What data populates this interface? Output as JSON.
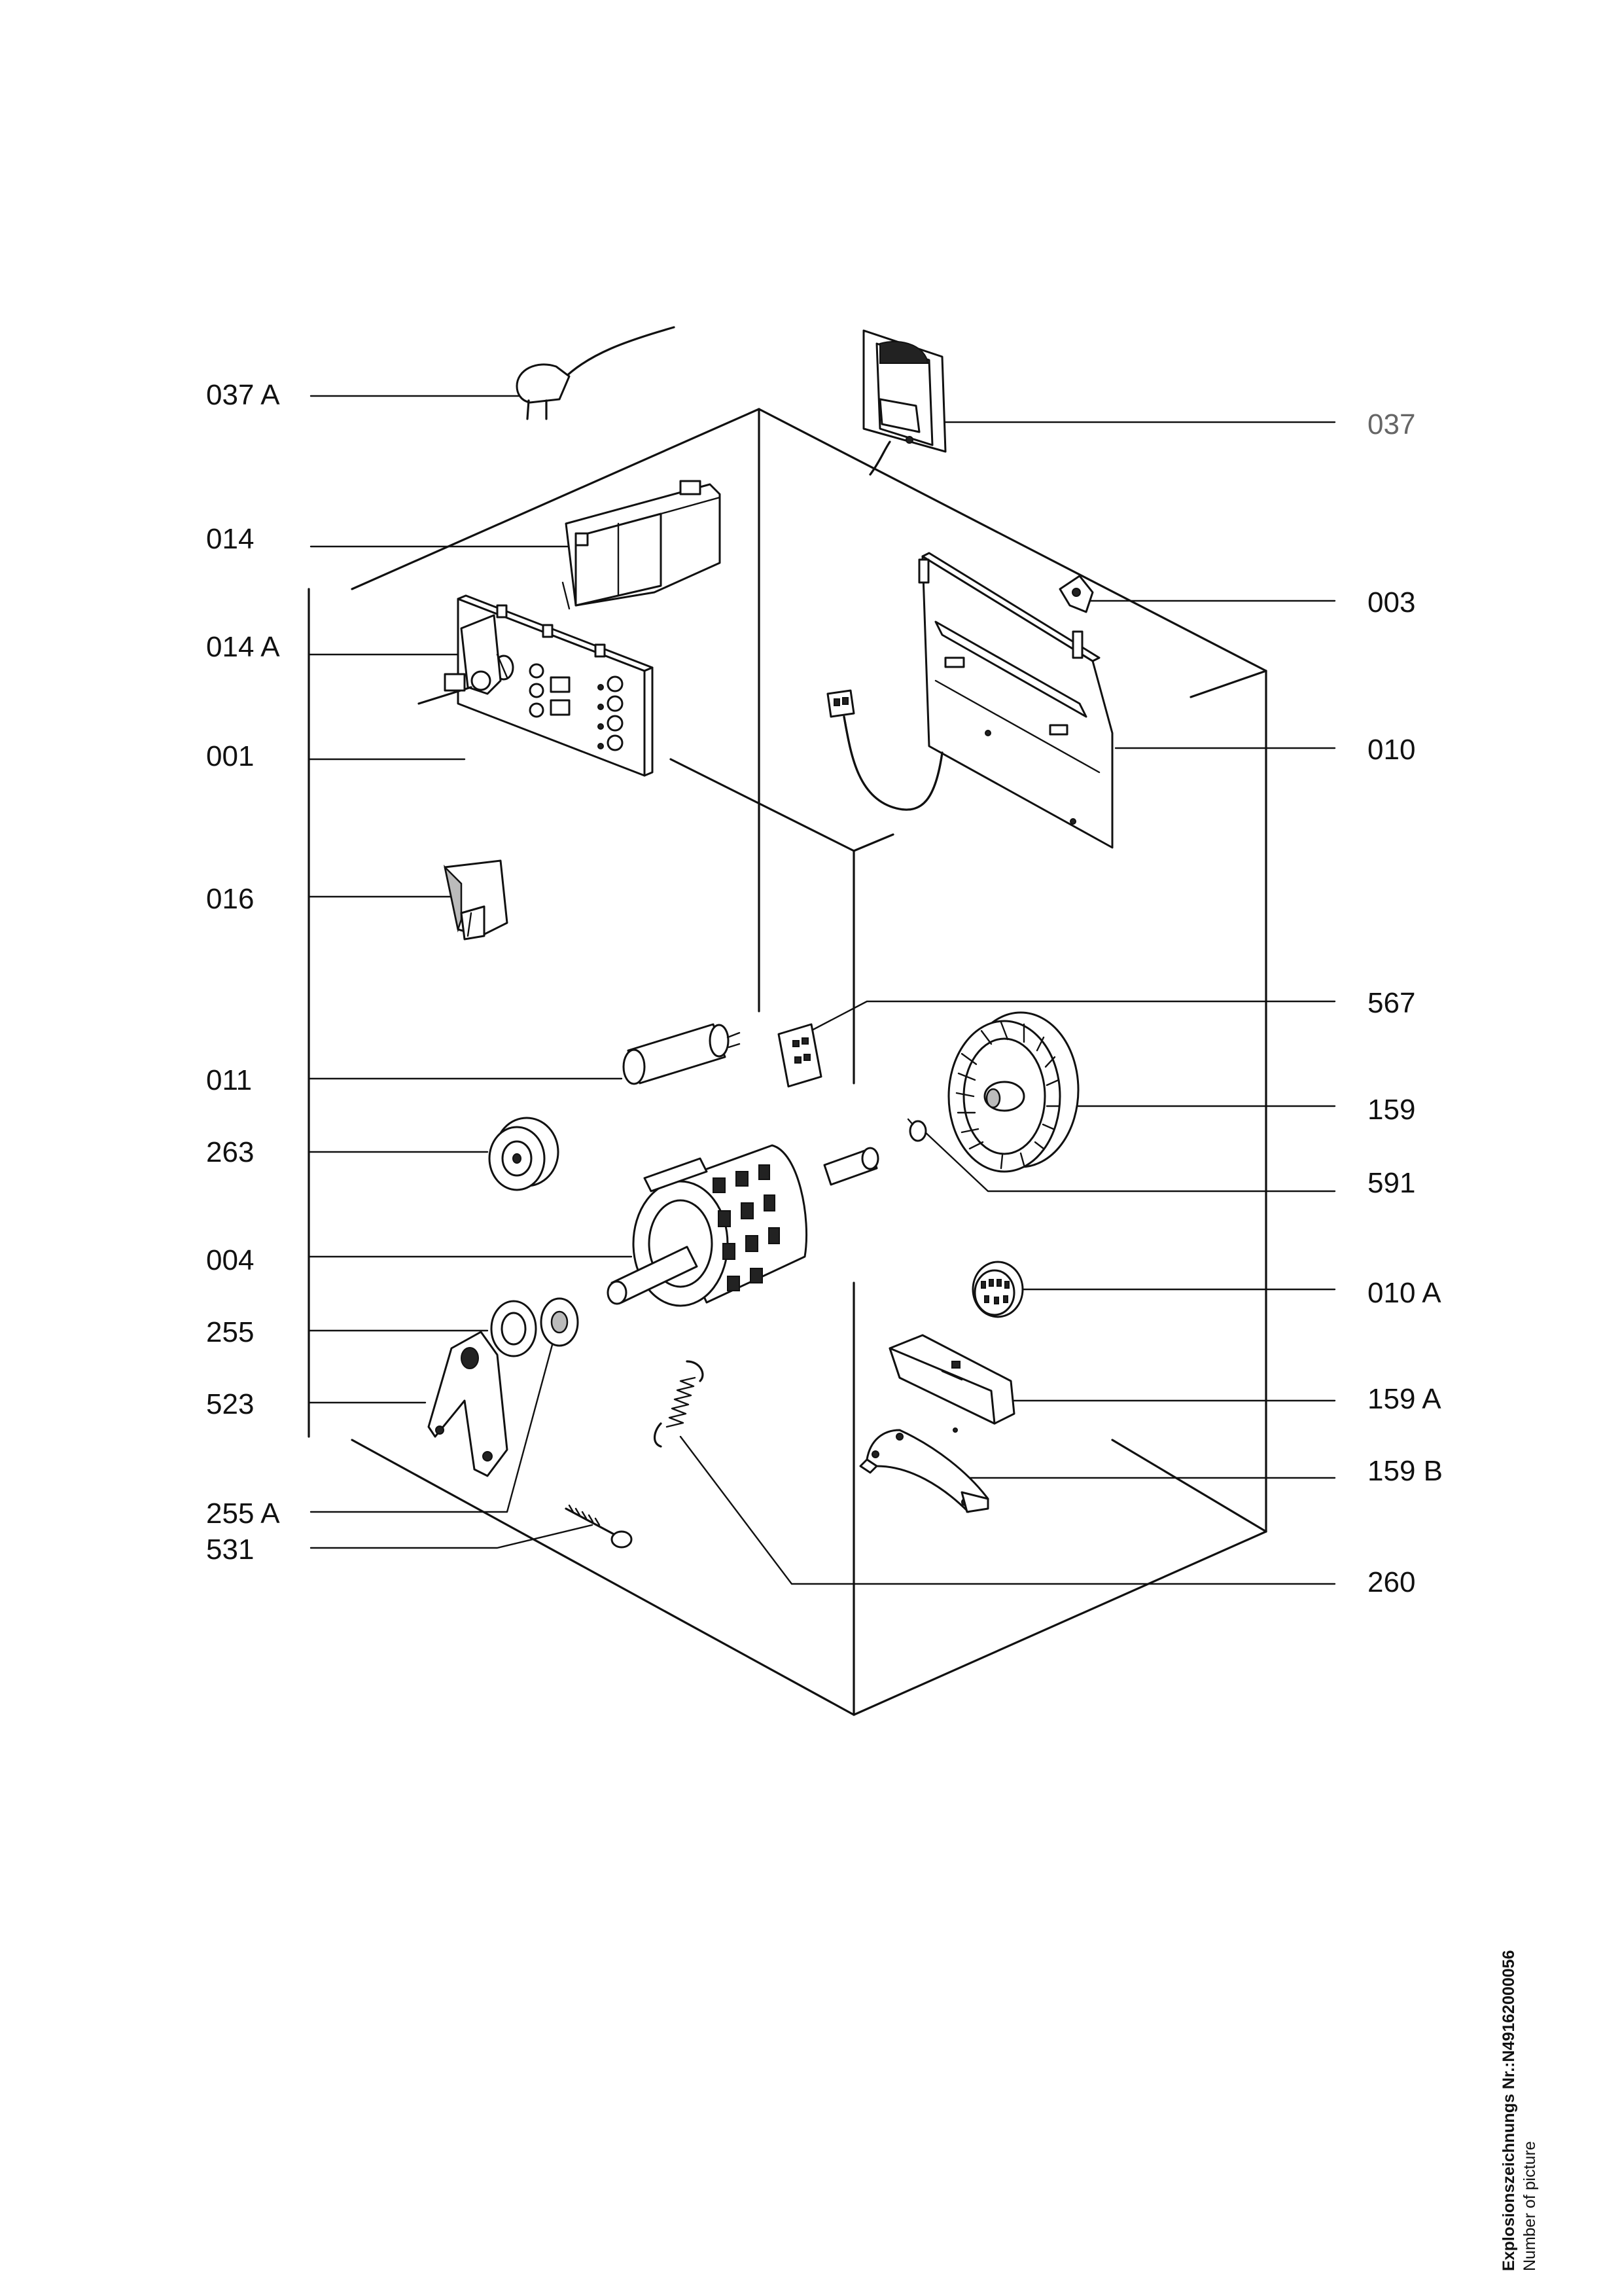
{
  "diagram": {
    "labels": {
      "p037a": "037 A",
      "p014": "014",
      "p014a": "014 A",
      "p001": "001",
      "p016": "016",
      "p011": "011",
      "p263": "263",
      "p004": "004",
      "p255": "255",
      "p523": "523",
      "p255a": "255 A",
      "p531": "531",
      "p037": "037",
      "p003": "003",
      "p010": "010",
      "p567": "567",
      "p159": "159",
      "p591": "591",
      "p010a": "010 A",
      "p159a": "159 A",
      "p159b": "159 B",
      "p260": "260"
    }
  },
  "footer": {
    "title": "Explosionszeichnungs Nr.:N49162000056",
    "subtitle": "Number of picture"
  }
}
